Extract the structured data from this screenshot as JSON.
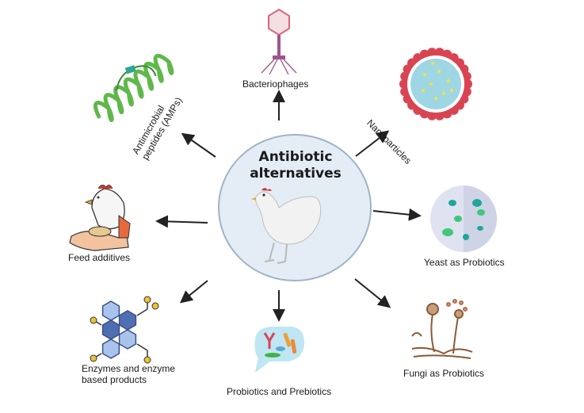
{
  "center": {
    "title_line1": "Antibiotic",
    "title_line2": "alternatives"
  },
  "items": [
    {
      "id": "bacteriophages",
      "label": "Bacteriophages",
      "icon": "bacteriophage-icon"
    },
    {
      "id": "nanoparticles",
      "label": "Nanoparticles",
      "icon": "nanoparticle-icon"
    },
    {
      "id": "yeast",
      "label": "Yeast as Probiotics",
      "icon": "yeast-icon"
    },
    {
      "id": "fungi",
      "label": "Fungi as Probiotics",
      "icon": "fungi-icon"
    },
    {
      "id": "probiotics",
      "label": "Probiotics and Prebiotics",
      "icon": "probiotics-icon"
    },
    {
      "id": "enzymes",
      "label_line1": "Enzymes and enzyme",
      "label_line2": "based products",
      "icon": "enzyme-molecule-icon"
    },
    {
      "id": "feed",
      "label": "Feed additives",
      "icon": "feed-additive-icon"
    },
    {
      "id": "amps",
      "label_line1": "Antimicrobial",
      "label_line2": "peptides (AMPs)",
      "icon": "peptide-helix-icon"
    }
  ],
  "colors": {
    "center_fill": "#e4edf6",
    "center_stroke": "#9fb3c6",
    "arrow": "#222222",
    "phage": "#d9667a",
    "nano_outer": "#d94452",
    "nano_inner": "#9fd6e4",
    "nano_dots": "#f2e24a",
    "yeast_bg": "#dfe3f1",
    "yeast_green": "#3fc77a",
    "yeast_teal": "#1fa69a",
    "fungi_brown": "#8a5a36",
    "probiotic_bubble": "#bfe6f2",
    "enzyme_blue": "#4f6fb3",
    "enzyme_yellow": "#e9c23a",
    "peptide_green": "#5fb84a",
    "hen_body": "#f1f1f1",
    "hen_comb": "#d23a2a"
  }
}
